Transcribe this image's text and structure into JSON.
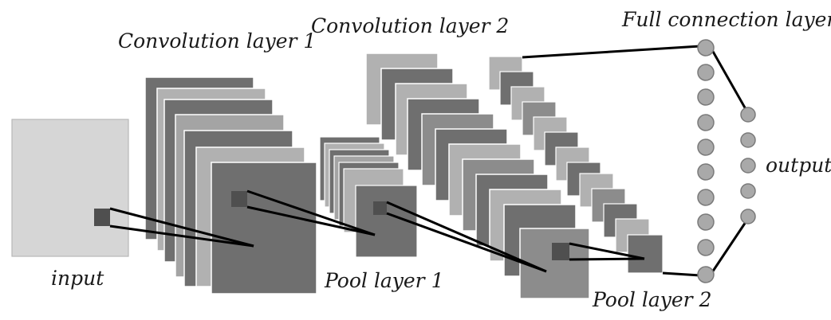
{
  "labels": {
    "conv1": "Convolution layer 1",
    "conv2": "Convolution layer 2",
    "fc": "Full connection layer",
    "input": "input",
    "pool1": "Pool layer 1",
    "pool2": "Pool layer 2",
    "output": "output"
  },
  "colors": {
    "input_fill": "#d6d6d6",
    "map_dark": "#6f6f6f",
    "map_mid": "#8c8c8c",
    "map_light": "#b1b1b1",
    "kernel": "#4f4f4f",
    "node": "#a9a9a9",
    "node_stroke": "#7a7a7a",
    "line": "#000000"
  }
}
